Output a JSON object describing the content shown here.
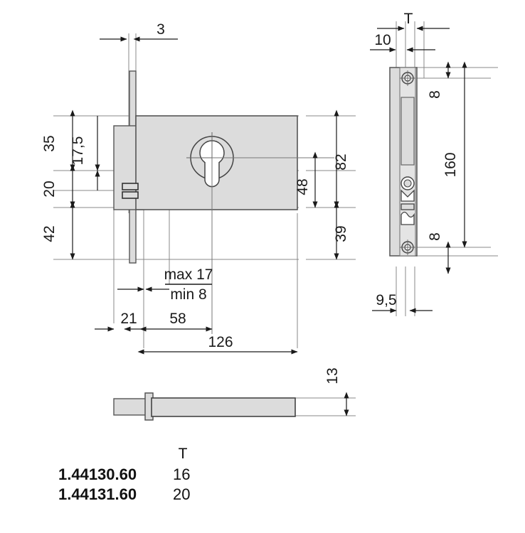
{
  "drawing": {
    "title": "mortise lock technical drawing",
    "colors": {
      "body_fill": "#dcdcdc",
      "outline": "#555555",
      "dim_line": "#1a1a1a",
      "text": "#111111",
      "background": "#ffffff"
    }
  },
  "front_view": {
    "dimensions": {
      "faceplate_thickness": "3",
      "top_to_cylinder": "35",
      "backset_upper": "17,5",
      "mid_block": "20",
      "lower_block": "42",
      "right_total": "82",
      "right_inner": "48",
      "right_lower": "39",
      "door_edge": "21",
      "cylinder_center": "58",
      "overall_length": "126",
      "follower_max": "max 17",
      "follower_min": "min 8"
    }
  },
  "side_view": {
    "dimensions": {
      "thickness_label": "T",
      "faceplate_width": "10",
      "top_screw_offset": "8",
      "bottom_screw_offset": "8",
      "faceplate_height": "160",
      "backset_depth": "9,5"
    }
  },
  "bottom_view": {
    "dimensions": {
      "bar_height": "13"
    }
  },
  "parts_table": {
    "header": {
      "code": "",
      "t": "T"
    },
    "rows": [
      {
        "code": "1.44130.60",
        "t": "16"
      },
      {
        "code": "1.44131.60",
        "t": "20"
      }
    ]
  }
}
